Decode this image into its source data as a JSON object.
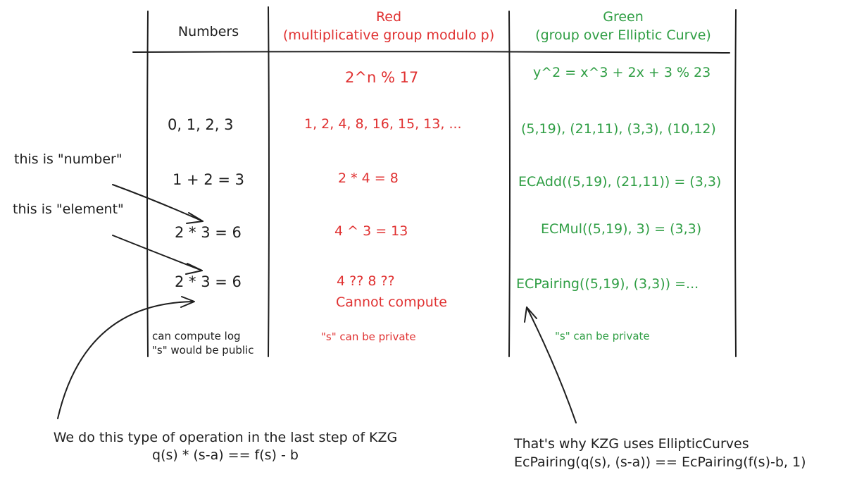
{
  "header": {
    "numbers": "Numbers",
    "red_title": "Red",
    "red_subtitle": "(multiplicative group modulo p)",
    "green_title": "Green",
    "green_subtitle": "(group over Elliptic Curve)"
  },
  "definitions": {
    "red": "2^n % 17",
    "green": "y^2 = x^3 + 2x + 3 % 23"
  },
  "rows": [
    {
      "numbers": "0, 1, 2, 3",
      "red": "1, 2, 4, 8, 16, 15, 13, ...",
      "green": "(5,19), (21,11), (3,3), (10,12)"
    },
    {
      "numbers": "1 + 2 = 3",
      "red": "2 * 4 = 8",
      "green": "ECAdd((5,19), (21,11)) = (3,3)"
    },
    {
      "numbers": "2 * 3 = 6",
      "red": "4 ^ 3 = 13",
      "green": "ECMul((5,19), 3) = (3,3)"
    },
    {
      "numbers": "2 * 3 = 6",
      "red": "4 ?? 8 ??",
      "red_line2": "Cannot compute",
      "green": "ECPairing((5,19), (3,3)) =..."
    }
  ],
  "footnotes": {
    "numbers_line1": "can compute log",
    "numbers_line2": "\"s\" would be public",
    "red": "\"s\" can be private",
    "green": "\"s\" can be private"
  },
  "annotations": {
    "number_label": "this is \"number\"",
    "element_label": "this is \"element\"",
    "kzg_left_line1": "We do this type of operation in the last step of KZG",
    "kzg_left_line2": "q(s) * (s-a) == f(s) - b",
    "kzg_right_line1": "That's why KZG uses EllipticCurves",
    "kzg_right_line2": "EcPairing(q(s), (s-a)) == EcPairing(f(s)-b, 1)"
  },
  "colors": {
    "red": "#e03131",
    "green": "#2f9e44",
    "ink": "#1e1e1e"
  }
}
